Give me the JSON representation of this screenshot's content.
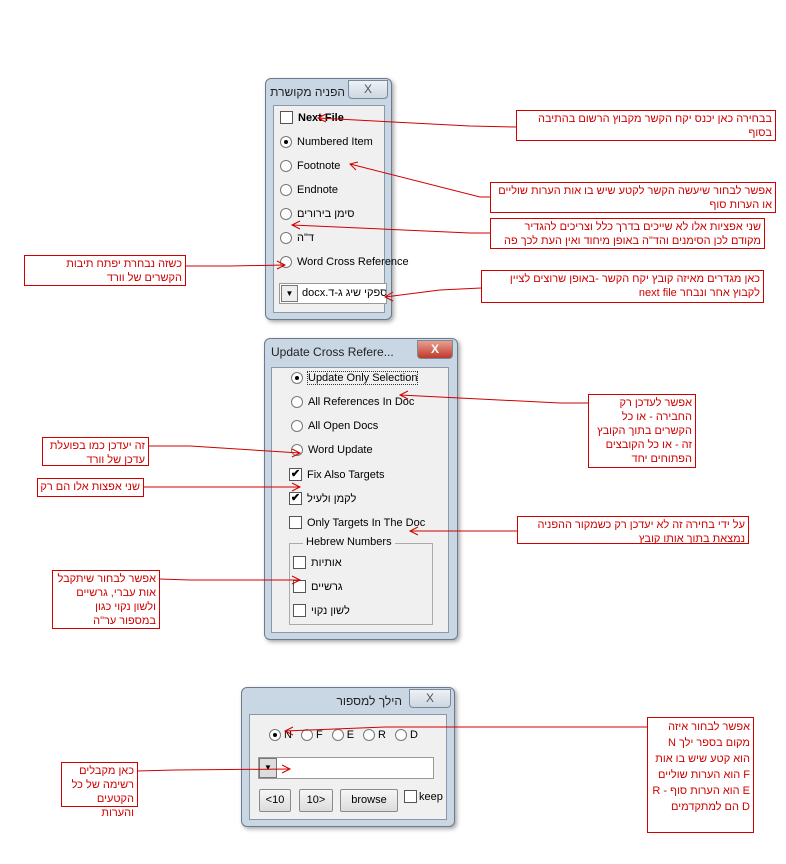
{
  "dialog1": {
    "title": "הפניה מקושרת",
    "close": "X",
    "next_file": "Next File",
    "options": [
      "Numbered Item",
      "Footnote",
      "Endnote",
      "סימן בירורים",
      "ד\"ה",
      "Word Cross Reference"
    ],
    "selected": 0,
    "combo_value": "docx.ספקי שיג ג-ד",
    "combo_arrow": "▼"
  },
  "dialog2": {
    "title": "Update Cross Refere...",
    "close": "X",
    "radios": [
      "Update Only Selection",
      "All References In Doc",
      "All Open Docs",
      "Word Update"
    ],
    "checks": [
      {
        "label": "Fix Also Targets",
        "checked": "✔"
      },
      {
        "label": "לקמן ולעיל",
        "checked": "✔"
      },
      {
        "label": "Only Targets In The Doc",
        "checked": ""
      }
    ],
    "group_label": "Hebrew Numbers",
    "group_checks": [
      "אותיות",
      "גרשיים",
      "לשון נקוי"
    ]
  },
  "dialog3": {
    "title": "הילך למספור",
    "close": "X",
    "radios": [
      "N",
      "F",
      "E",
      "R",
      "D"
    ],
    "combo_arrow": "▼",
    "buttons": {
      "prev": "<10",
      "next": "10>",
      "browse": "browse"
    },
    "keep": "keep"
  },
  "notes": {
    "n1": "בבחירה כאן יכנס יקח הקשר מקבוץ הרשום בהתיבה בסוף",
    "n2": "אפשר לבחור שיעשה הקשר לקטע שיש בו אות הערות שוליים או הערות סוף",
    "n3": "שני אפציות אלו לא שייכים בדרך כלל וצריכים להגדיר מקודם לכן הסימנים והד\"ה באופן מיחוד ואין העת לכך פה",
    "n4": "כאן מגדרים מאיזה קובץ יקח הקשר -באופן שרוצים לציין לקבוץ אחר ונבחר next file",
    "n5": "כשזה נבחרת יפתח תיבות הקשרים של וורד",
    "n6": "אפשר לעדכן רק החבירה - או כל הקשרים בתוך הקובץ זה - או כל הקובצים הפתוחים יחד",
    "n7": "על ידי בחירה זה לא יעדכן רק כשמקור ההפניה נמצאת בתוך אותו קובץ",
    "n8": "זה יעדכן כמו בפועלת עדכן של וורד",
    "n9": "שני אפצות אלו הם רק",
    "n10": "אפשר לבחור שיתקבל אות עברי, גרשיים ולשון נקוי כגון במספור ער\"ה",
    "n11": "אפשר לבחור איזה מקום בספר ילך N הוא קטע שיש בו אות F הוא הערות שוליים E הוא הערות סוף R -D הם למתקדמים",
    "n12": "כאן מקבלים רשימה של כל הקטעים והערות"
  }
}
